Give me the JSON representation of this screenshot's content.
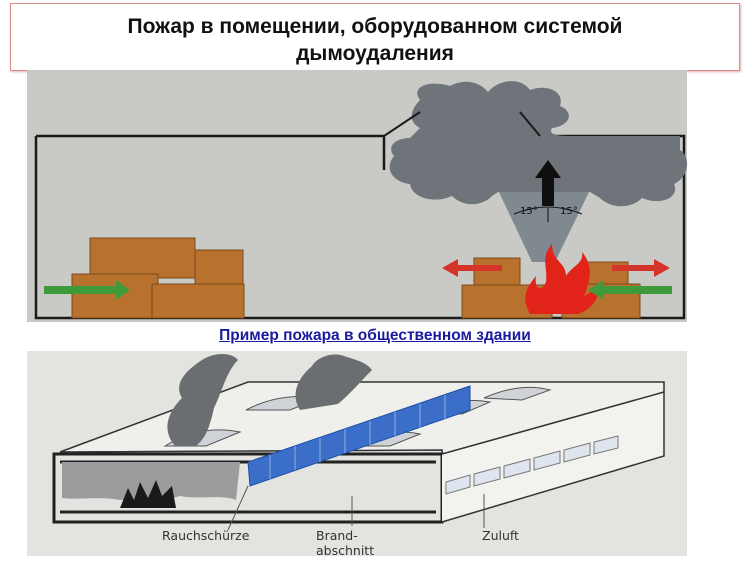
{
  "title": {
    "line1": "Пожар в помещении, оборудованном системой",
    "line2": "дымоудаления"
  },
  "top_diagram": {
    "angle_left": "15°",
    "angle_right": "15°",
    "colors": {
      "background": "#c9cac6",
      "smoke": "#6e747a",
      "boxes": "#b8722e",
      "fire": "#e2231a",
      "arrow_in": "#3f9a3a",
      "arrow_out": "#d5342a"
    }
  },
  "caption": "Пример пожара в общественном здании",
  "bottom_diagram": {
    "labels": {
      "rauchschuerze": "Rauchschürze",
      "brand_line1": "Brand-",
      "brand_line2": "abschnitt",
      "zuluft": "Zuluft"
    },
    "colors": {
      "background": "#e3e4e0",
      "curtain": "#3a6ec8",
      "smoke": "#6b6e70"
    }
  }
}
